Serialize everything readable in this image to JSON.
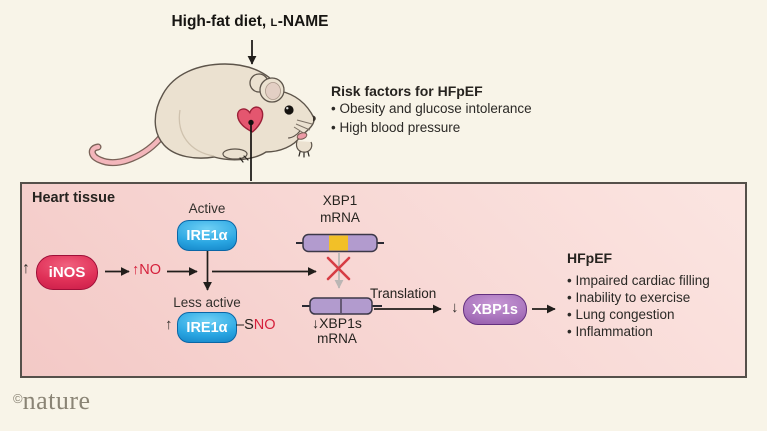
{
  "figure": {
    "title": {
      "prefix": "High-fat diet, ",
      "smallcap": "L",
      "suffix": "-NAME"
    },
    "risk_factors": {
      "heading": "Risk factors for HFpEF",
      "items": [
        "Obesity and glucose intolerance",
        "High blood pressure"
      ]
    },
    "heart_tissue": {
      "label": "Heart tissue",
      "inos": {
        "arrow": "↑",
        "label": "iNOS"
      },
      "no_label": "↑NO",
      "ire1a_active": {
        "state": "Active",
        "label": "IRE1α"
      },
      "ire1a_less": {
        "state": "Less active",
        "arrow": "↑",
        "label": "IRE1α",
        "bond": "–S",
        "no": "NO"
      },
      "xbp1_mrna": {
        "line1": "XBP1",
        "line2": "mRNA"
      },
      "xbp1s_mrna": {
        "line1": "↓XBP1s",
        "line2": "mRNA"
      },
      "translation_label": "Translation",
      "xbp1s": {
        "arrow": "↓",
        "label": "XBP1s"
      },
      "hfpef": {
        "heading": "HFpEF",
        "items": [
          "Impaired cardiac filling",
          "Inability to exercise",
          "Lung congestion",
          "Inflammation"
        ]
      }
    },
    "credit": {
      "symbol": "©",
      "name": "nature"
    },
    "icons": {
      "up_arrow_icon": "↑",
      "down_arrow_icon": "↓",
      "blocked_cross_icon": "✕",
      "mouse_icon": "lab-mouse-illustration",
      "heart_icon": "heart-on-chest"
    },
    "colors": {
      "background": "#f8f4e8",
      "box_fill_top": "#fbe5e1",
      "box_fill_bottom": "#f3c9c6",
      "box_border": "#55504a",
      "inos_red": "#d92a52",
      "ire1a_blue": "#1f9ad8",
      "xbp1s_purple": "#9c64b4",
      "mrna_purple": "#b29bce",
      "exon_yellow": "#f2c028",
      "highlight_red": "#d5203b",
      "cross_red": "#d63c44",
      "text_dark": "#26231f",
      "credit_gray": "#8a8475"
    }
  }
}
